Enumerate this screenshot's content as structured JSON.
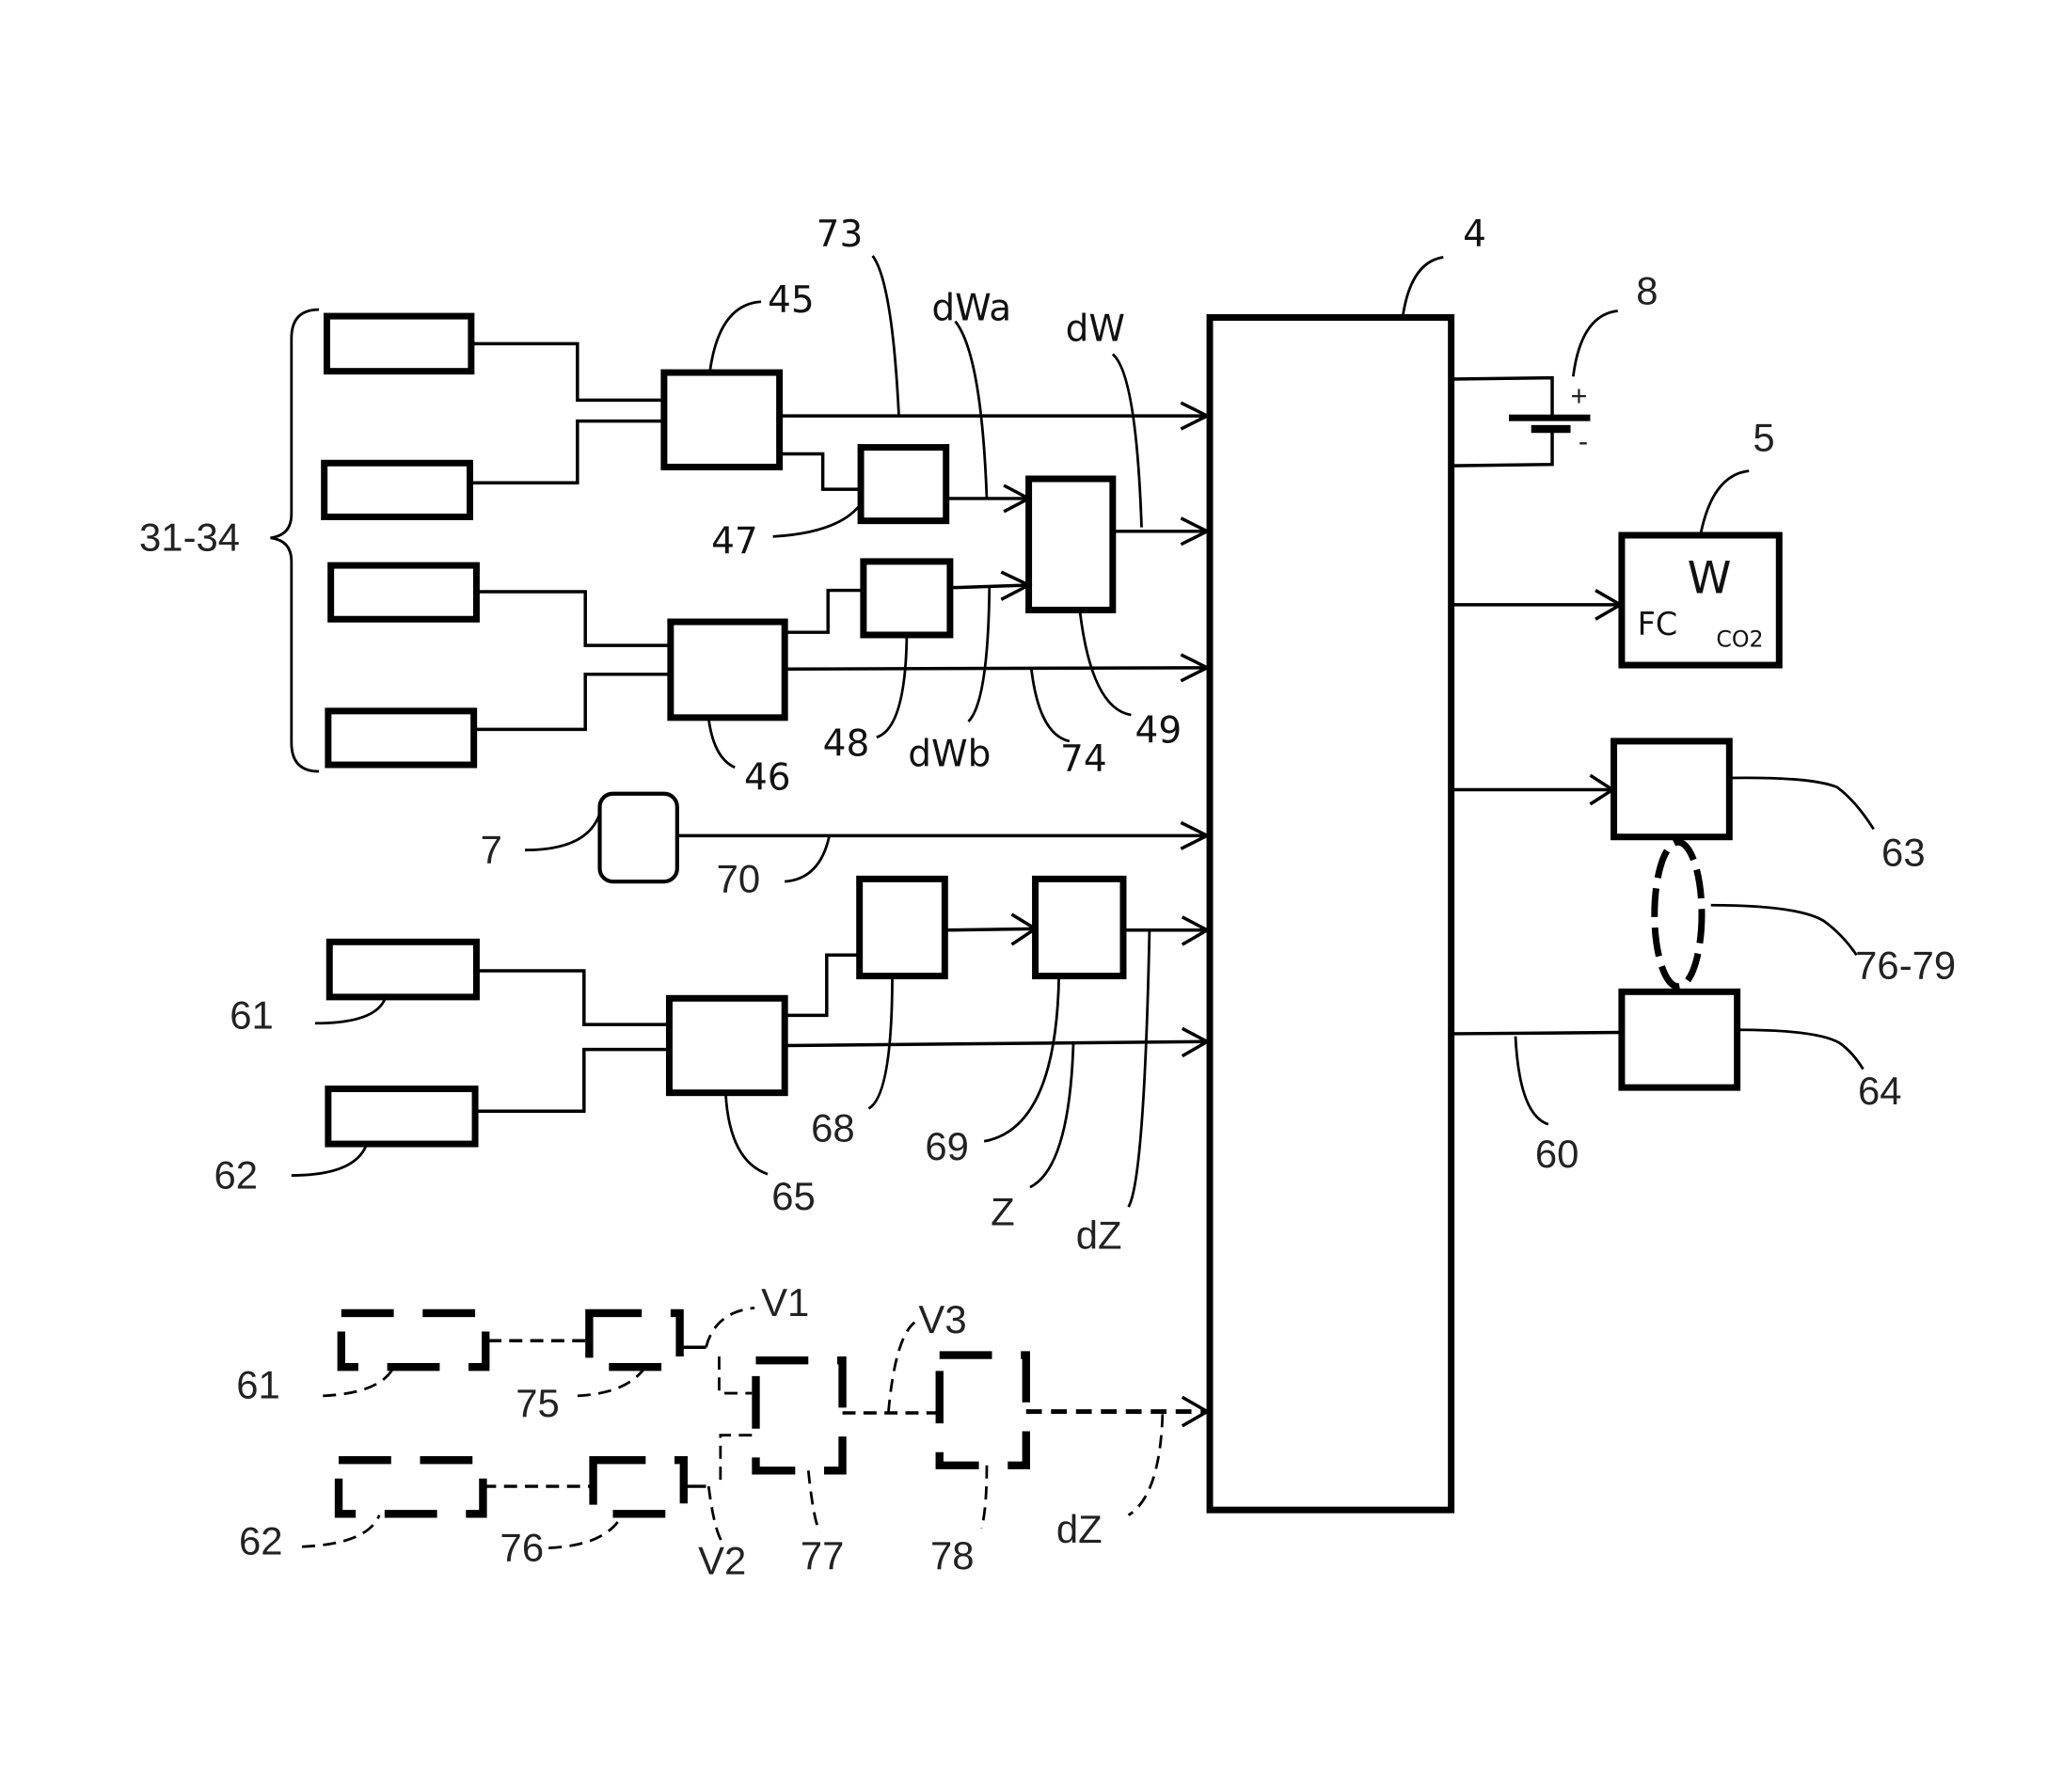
{
  "figure": {
    "type": "block-diagram",
    "controller": {
      "ref": "4"
    },
    "battery": {
      "ref": "8",
      "plus": "+",
      "minus": "-"
    },
    "display": {
      "ref": "5",
      "text_main": "W",
      "text_left": "FC",
      "text_sub": "CO2"
    },
    "sensor_group": {
      "ref": "31-34"
    },
    "labels": {
      "l73": "73",
      "l45": "45",
      "l47": "47",
      "l46": "46",
      "l48": "48",
      "l49": "49",
      "dWa": "dWa",
      "dW": "dW",
      "dWb": "dWb",
      "l74": "74",
      "l7": "7",
      "l70": "70",
      "l61": "61",
      "l62": "62",
      "l65": "65",
      "l68": "68",
      "l69": "69",
      "Z": "Z",
      "dZ": "dZ",
      "l63": "63",
      "l64": "64",
      "l60": "60",
      "l76_79": "76-79",
      "d61": "61",
      "d62": "62",
      "d75": "75",
      "d76": "76",
      "V1": "V1",
      "V2": "V2",
      "V3": "V3",
      "d77": "77",
      "d78": "78",
      "ddZ": "dZ"
    }
  }
}
